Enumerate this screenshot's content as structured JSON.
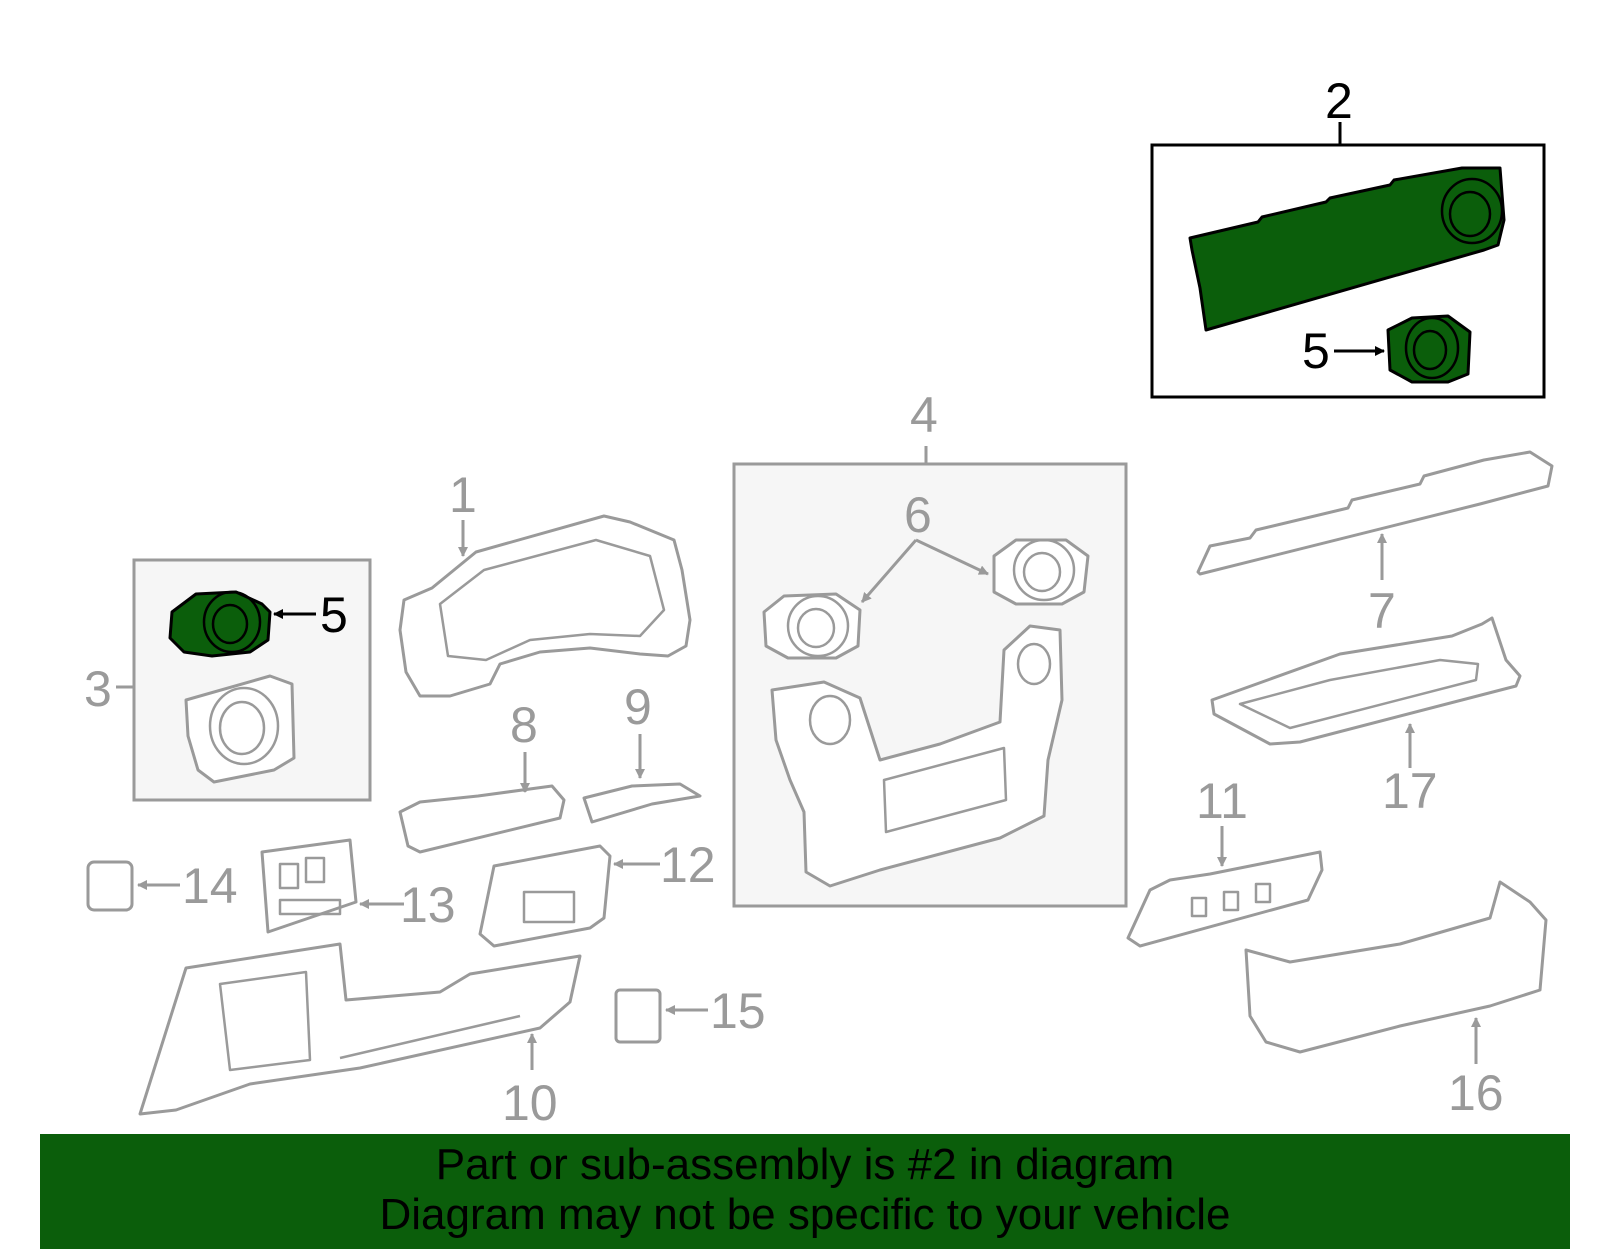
{
  "colors": {
    "highlight": "#0b5e0b",
    "banner": "#0b5e0b",
    "linework": "#9a9a9a",
    "box_fill": "#f6f6f6"
  },
  "callouts": {
    "c1": "1",
    "c2": "2",
    "c3": "3",
    "c4": "4",
    "c5_box3": "5",
    "c5_box2": "5",
    "c6": "6",
    "c7": "7",
    "c8": "8",
    "c9": "9",
    "c10": "10",
    "c11": "11",
    "c12": "12",
    "c13": "13",
    "c14": "14",
    "c15": "15",
    "c16": "16",
    "c17": "17"
  },
  "banner": {
    "line1": "Part or sub-assembly is #2 in diagram",
    "line2": "Diagram may not be specific to your vehicle"
  }
}
